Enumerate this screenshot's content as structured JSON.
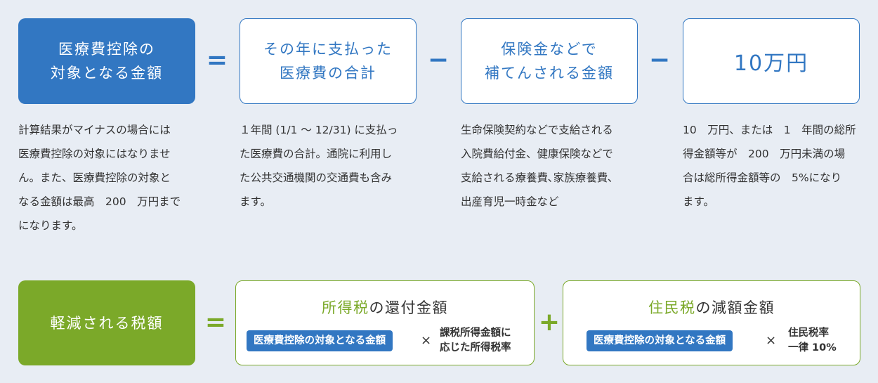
{
  "top_row": {
    "box1": {
      "line1": "医療費控除の",
      "line2": "対象となる金額"
    },
    "op1": "=",
    "box2": {
      "line1": "その年に支払った",
      "line2": "医療費の合計"
    },
    "op2": "−",
    "box3": {
      "line1": "保険金などで",
      "line2": "補てんされる金額"
    },
    "op3": "−",
    "box4": {
      "line1": "10万円"
    }
  },
  "descriptions": {
    "d1": [
      "計算結果がマイナスの場合には",
      "医療費控除の対象にはなりませ",
      "ん。また、医療費控除の対象と",
      "なる金額は最高　200　万円まで",
      "になります。"
    ],
    "d2": [
      "１年間 (1/1 〜 12/31) に支払っ",
      "た医療費の合計。通院に利用し",
      "た公共交通機関の交通費も含み",
      "ます。"
    ],
    "d3": [
      "生命保険契約などで支給される",
      "入院費給付金、健康保険などで",
      "支給される療養費､家族療養費､",
      "出産育児一時金など"
    ],
    "d4": [
      "10　万円、または　1　年間の総所",
      "得金額等が　200　万円未満の場",
      "合は総所得金額等の　5%になり",
      "ます。"
    ]
  },
  "bottom_row": {
    "left_box": "軽減される税額",
    "op_eq": "=",
    "income_tax": {
      "title_highlight": "所得税",
      "title_rest": "の還付金額",
      "pill": "医療費控除の対象となる金額",
      "times": "×",
      "rate_line1": "課税所得金額に",
      "rate_line2": "応じた所得税率"
    },
    "op_plus": "+",
    "resident_tax": {
      "title_highlight": "住民税",
      "title_rest": "の減額金額",
      "pill": "医療費控除の対象となる金額",
      "times": "×",
      "rate_line1": "住民税率",
      "rate_line2": "一律 10%"
    }
  },
  "colors": {
    "blue": "#3277c2",
    "green": "#7ba929",
    "background": "#e8edf4"
  }
}
